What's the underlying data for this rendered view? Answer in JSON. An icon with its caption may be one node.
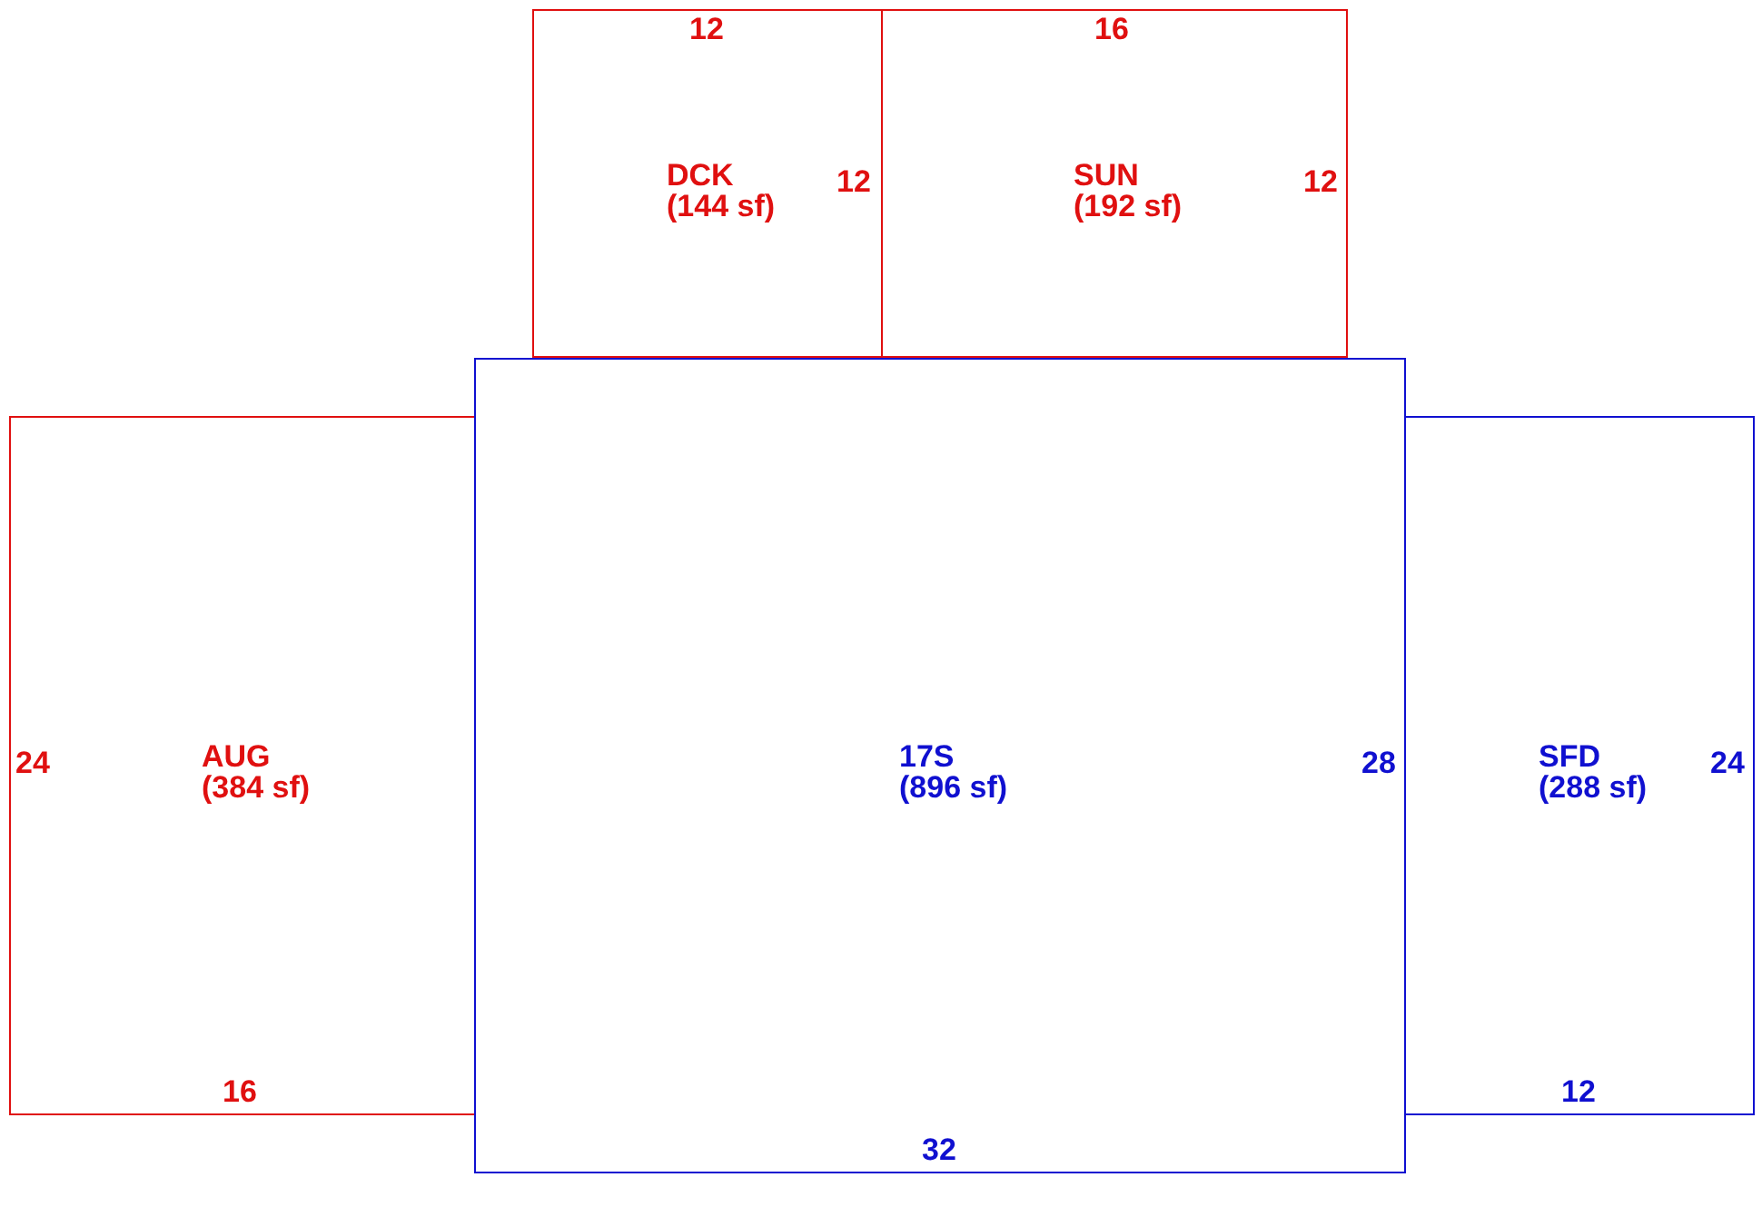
{
  "diagram": {
    "nodes": [
      {
        "text": [
          "DCK",
          "(144 sf)"
        ]
      },
      {
        "text": [
          "SUN",
          "(192 sf)"
        ]
      },
      {
        "text": [
          "AUG",
          "(384 sf)"
        ]
      },
      {
        "text": [
          "17S",
          "(896 sf)"
        ]
      },
      {
        "text": [
          "SFD",
          "(288 sf)"
        ]
      }
    ],
    "labels": [
      "12",
      "16",
      "12",
      "12",
      "24",
      "28",
      "24",
      "16",
      "12",
      "32"
    ]
  }
}
